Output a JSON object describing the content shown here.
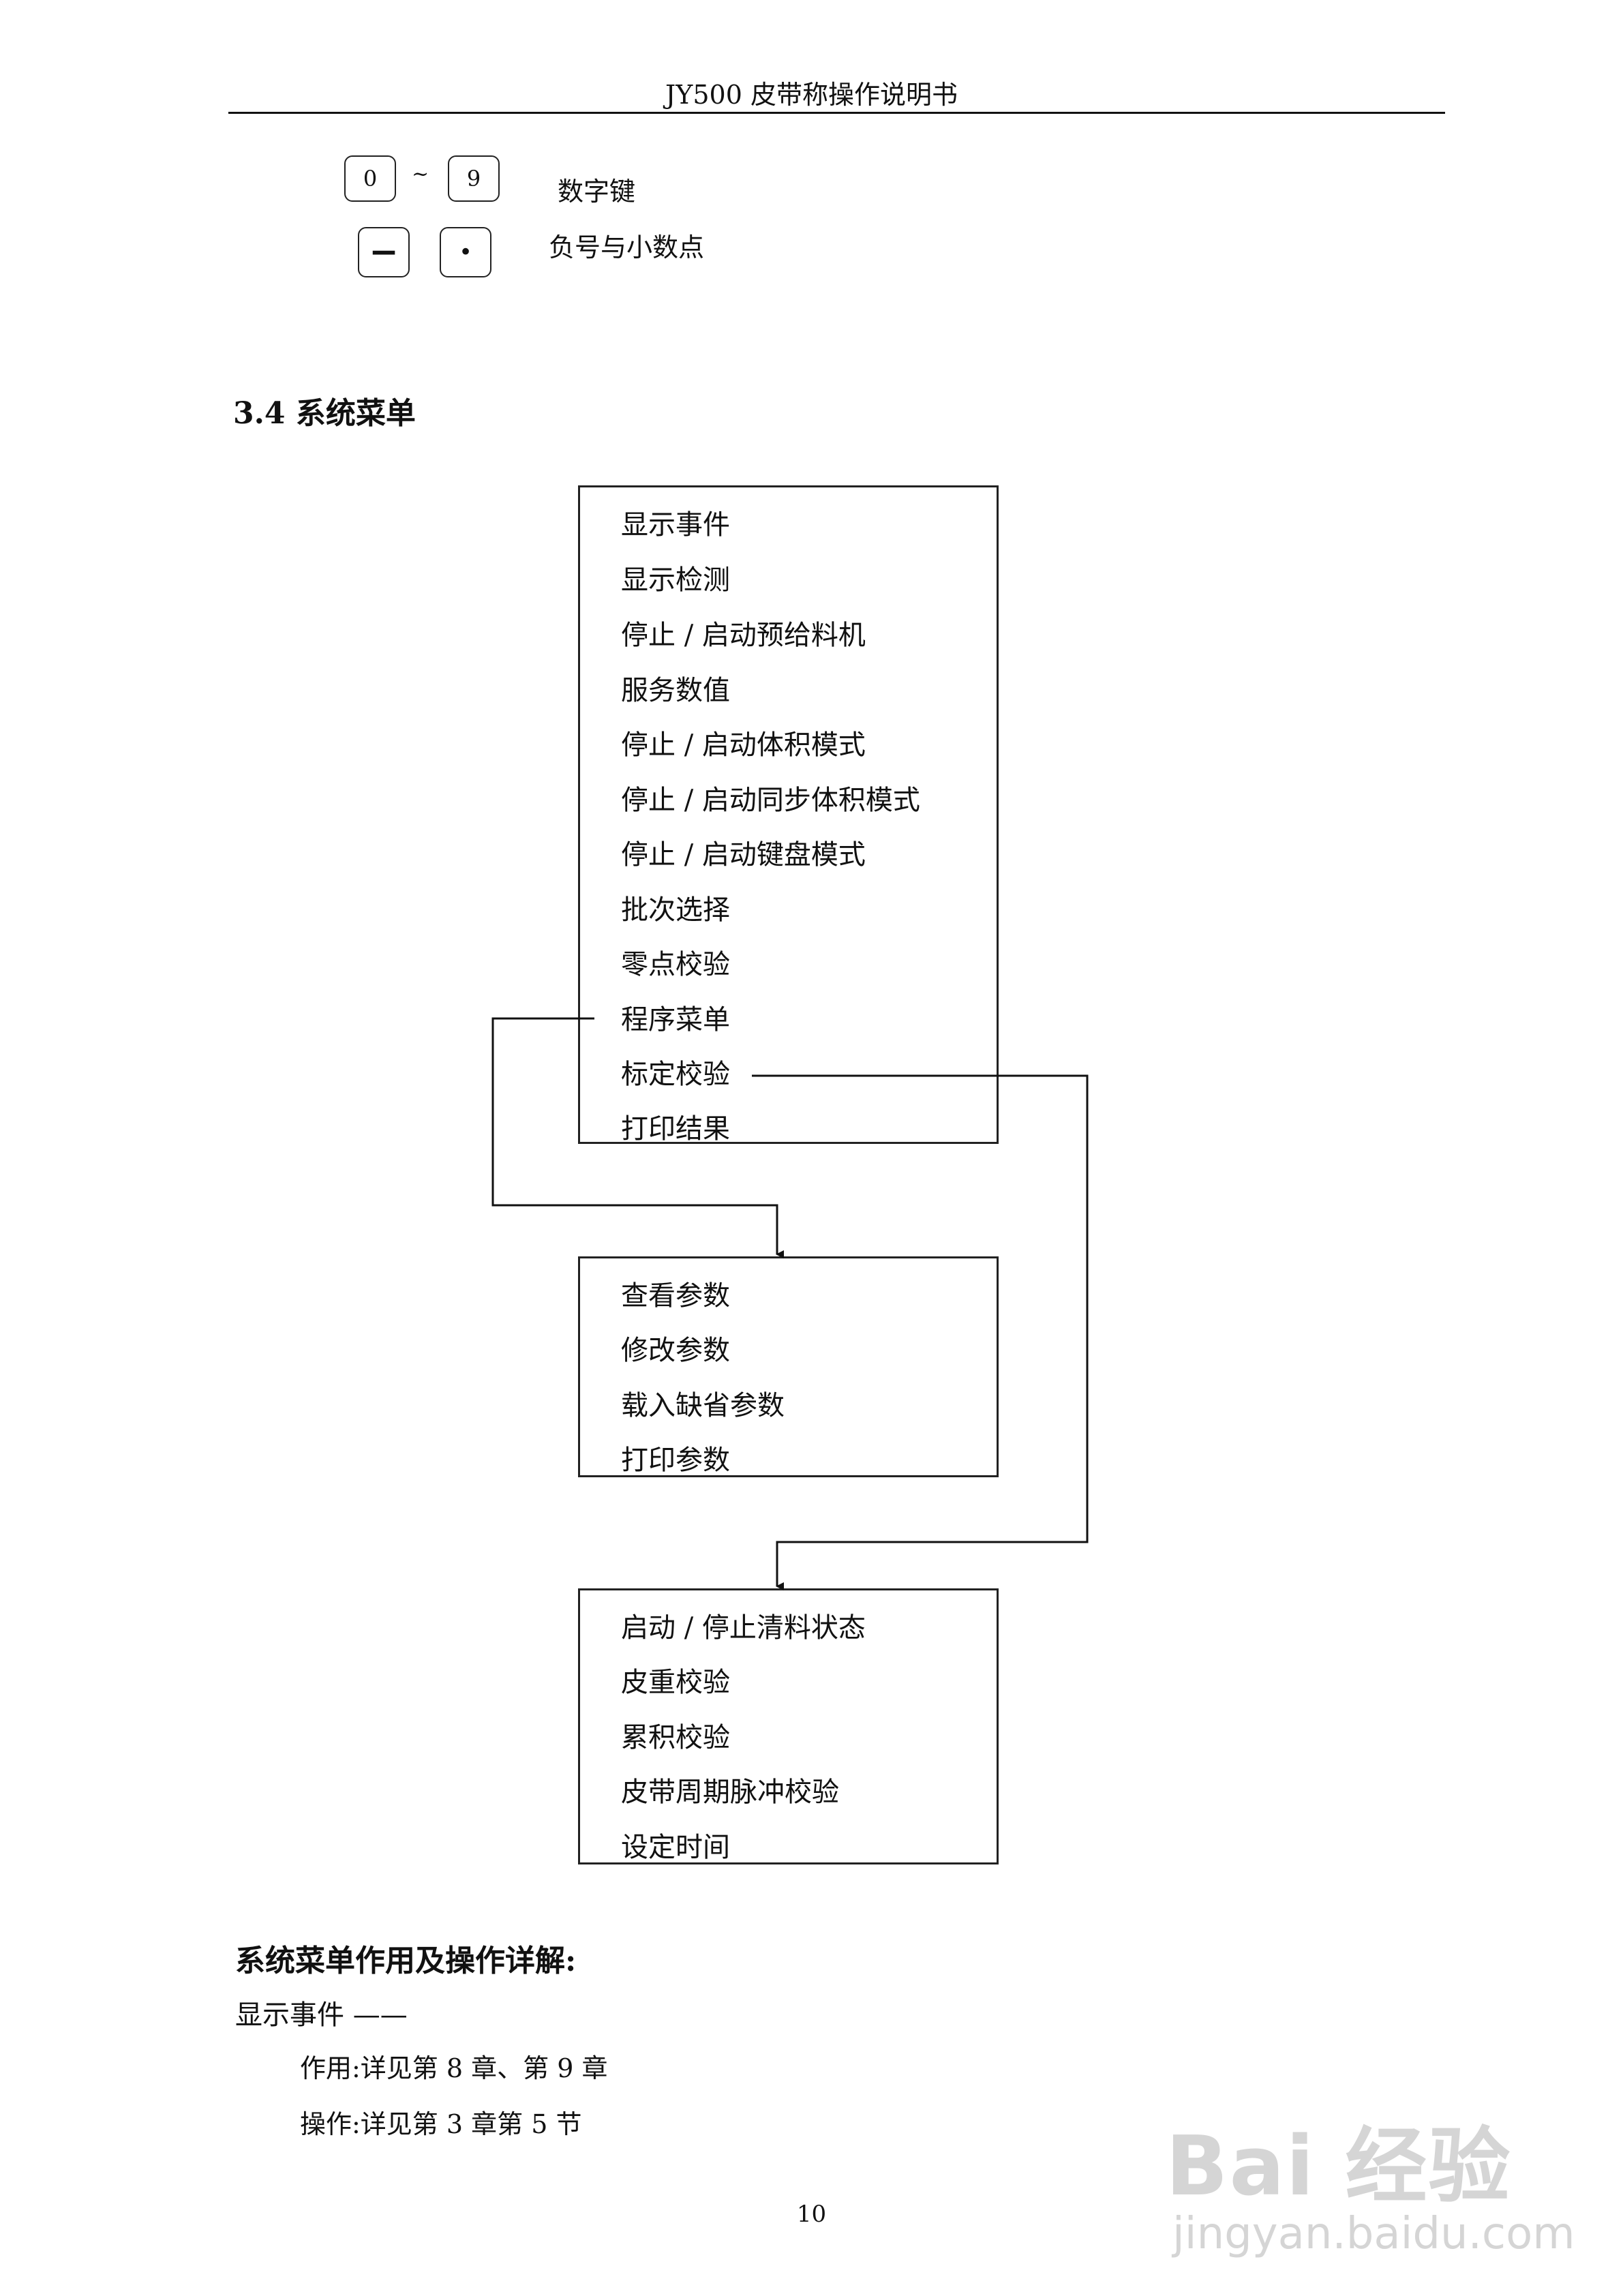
{
  "header": {
    "title": "JY500 皮带称操作说明书"
  },
  "keys": {
    "row1": {
      "key_start": "0",
      "tilde": "~",
      "key_end": "9",
      "description": "数字键"
    },
    "row2": {
      "key_minus": "−",
      "key_dot": "·",
      "description": "负号与小数点"
    }
  },
  "section": {
    "heading": "3.4  系统菜单"
  },
  "menus": {
    "system": [
      "显示事件",
      "显示检测",
      "停止 / 启动预给料机",
      "服务数值",
      "停止 / 启动体积模式",
      "停止 / 启动同步体积模式",
      "停止 / 启动键盘模式",
      "批次选择",
      "零点校验",
      "程序菜单",
      "标定校验",
      "打印结果"
    ],
    "program": [
      "查看参数",
      "修改参数",
      "载入缺省参数",
      "打印参数"
    ],
    "calibration": [
      "启动 / 停止清料状态",
      "皮重校验",
      "累积校验",
      "皮带周期脉冲校验",
      "设定时间"
    ]
  },
  "details": {
    "heading": "系统菜单作用及操作详解:",
    "item_title": "显示事件 ——",
    "function_line": "作用:详见第 8 章、第 9 章",
    "operation_line": "操作:详见第 3 章第 5 节"
  },
  "footer": {
    "page_number": "10"
  },
  "watermark": {
    "brand": "Bai 经验",
    "url": "jingyan.baidu.com"
  }
}
